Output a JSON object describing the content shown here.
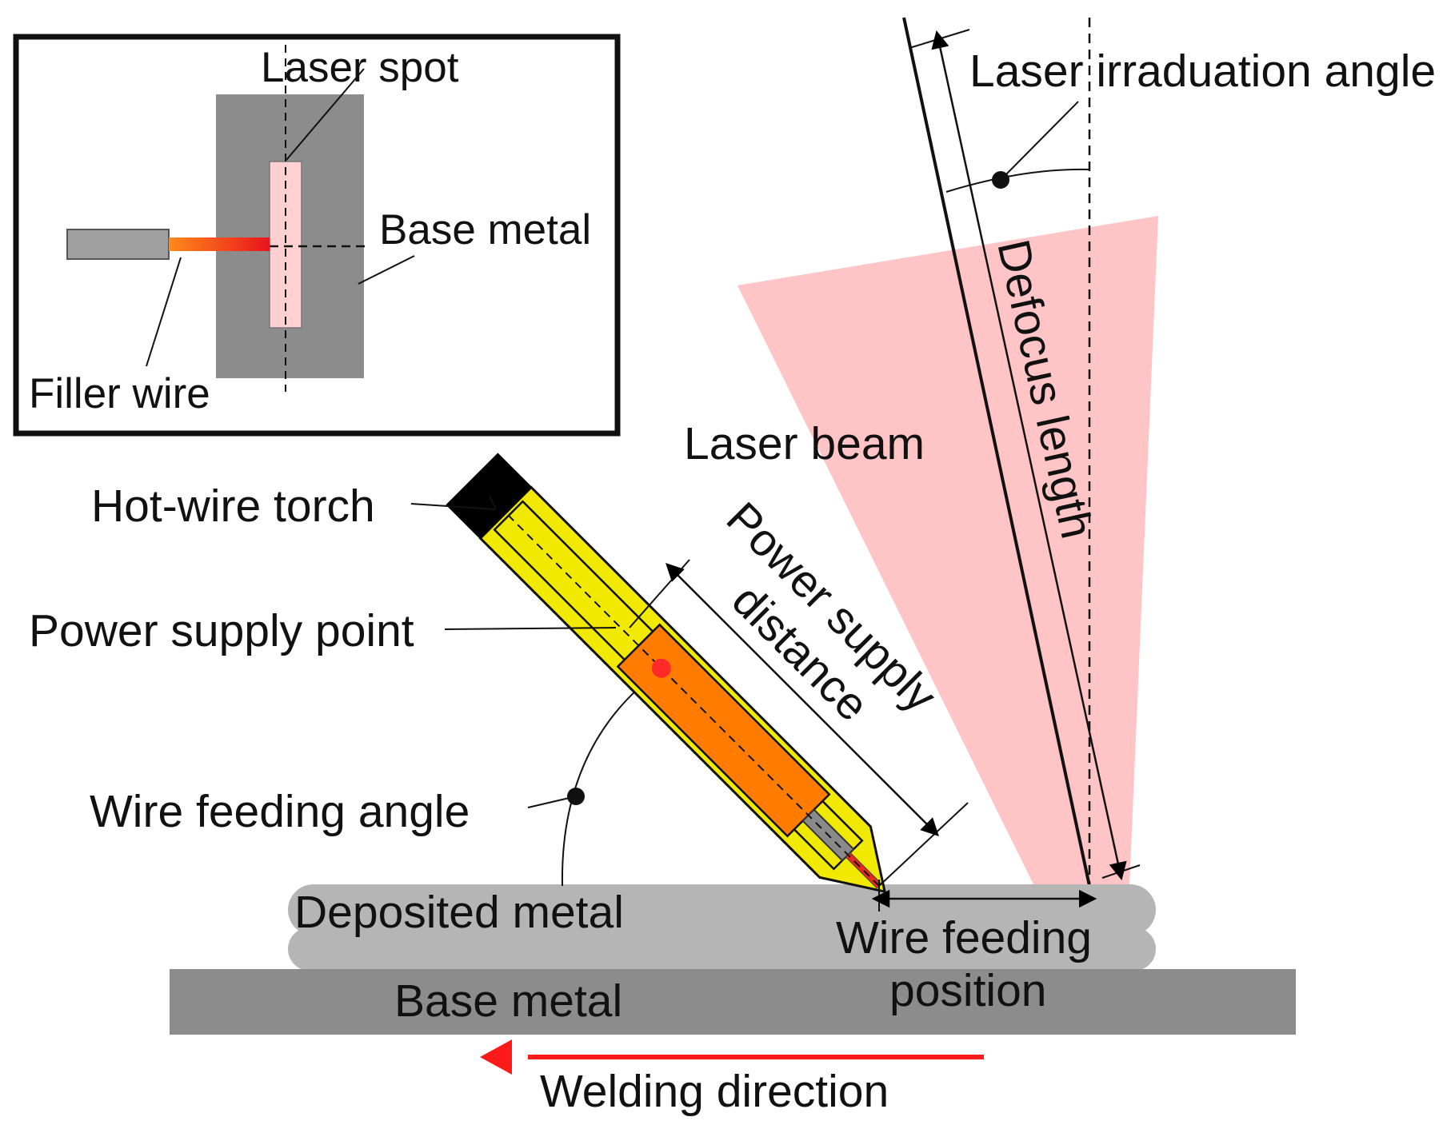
{
  "colors": {
    "laser_beam": "#ffc4c6",
    "laser_spot": "#ffd0d2",
    "base_metal_inset": "#8c8c8c",
    "base_metal_plate": "#8c8c8c",
    "deposited_metal": "#b5b5b5",
    "torch_body": "#f1ea00",
    "torch_cap": "#000000",
    "contact_tip": "#ff7c00",
    "power_point": "#ff2a2a",
    "filler_wire": "#e8281e",
    "welding_arrow": "#ff1a1a"
  },
  "inset": {
    "laser_spot": "Laser spot",
    "base_metal": "Base metal",
    "filler_wire": "Filler wire"
  },
  "labels": {
    "laser_irradiation_angle": "Laser irraduation angle",
    "defocus_length": "Defocus length",
    "laser_beam": "Laser beam",
    "hot_wire_torch": "Hot-wire torch",
    "power_supply_point": "Power supply point",
    "power_supply_distance_1": "Power supply",
    "power_supply_distance_2": "distance",
    "wire_feeding_angle": "Wire feeding angle",
    "deposited_metal": "Deposited metal",
    "wire_feeding_position_1": "Wire feeding",
    "wire_feeding_position_2": "position",
    "base_metal": "Base metal",
    "welding_direction": "Welding direction"
  }
}
